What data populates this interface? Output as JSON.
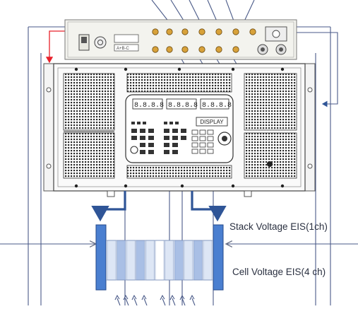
{
  "labels": {
    "stack_voltage": "Stack Voltage EIS(1ch)",
    "cell_voltage": "Cell Voltage EIS(4 ch)",
    "display": "DISPLAY"
  },
  "colors": {
    "wire_blue": "#2f5597",
    "wire_red": "#e8202a",
    "stack_plate": "#4a7fd0",
    "cell_dark": "#a9bfe5",
    "cell_light": "#dde6f5",
    "connector": "#d8a23a",
    "panel_line": "#555555"
  },
  "components": {
    "top_unit": "frequency-response-analyzer-unit",
    "main_unit": "electronic-load-unit",
    "stack": "fuel-cell-stack",
    "cell_probes": 8
  }
}
